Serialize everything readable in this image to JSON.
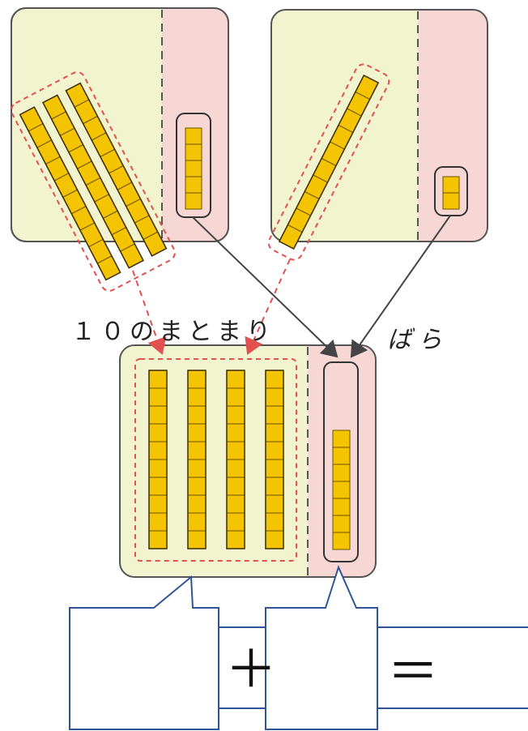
{
  "labels": {
    "tens_group": "１０のまとまり",
    "ones_group": "ばら"
  },
  "equation": {
    "plus": "＋",
    "equals": "＝",
    "answer_boxes": [
      "",
      "",
      ""
    ]
  },
  "panels": [
    {
      "name": "panel-top-left",
      "tens_rods": 3,
      "ones_cubes": 5
    },
    {
      "name": "panel-top-right",
      "tens_rods": 1,
      "ones_cubes": 2
    },
    {
      "name": "panel-result",
      "tens_rods": 4,
      "ones_cubes": 7
    }
  ],
  "colors": {
    "cube_fill": "#f5c400",
    "cube_stroke": "#6b5200",
    "tens_area": "#f2f3cf",
    "ones_area": "#f6d7d4",
    "panel_border": "#555555",
    "dashed_group": "#e25050",
    "answer_box_border": "#2f5597"
  }
}
